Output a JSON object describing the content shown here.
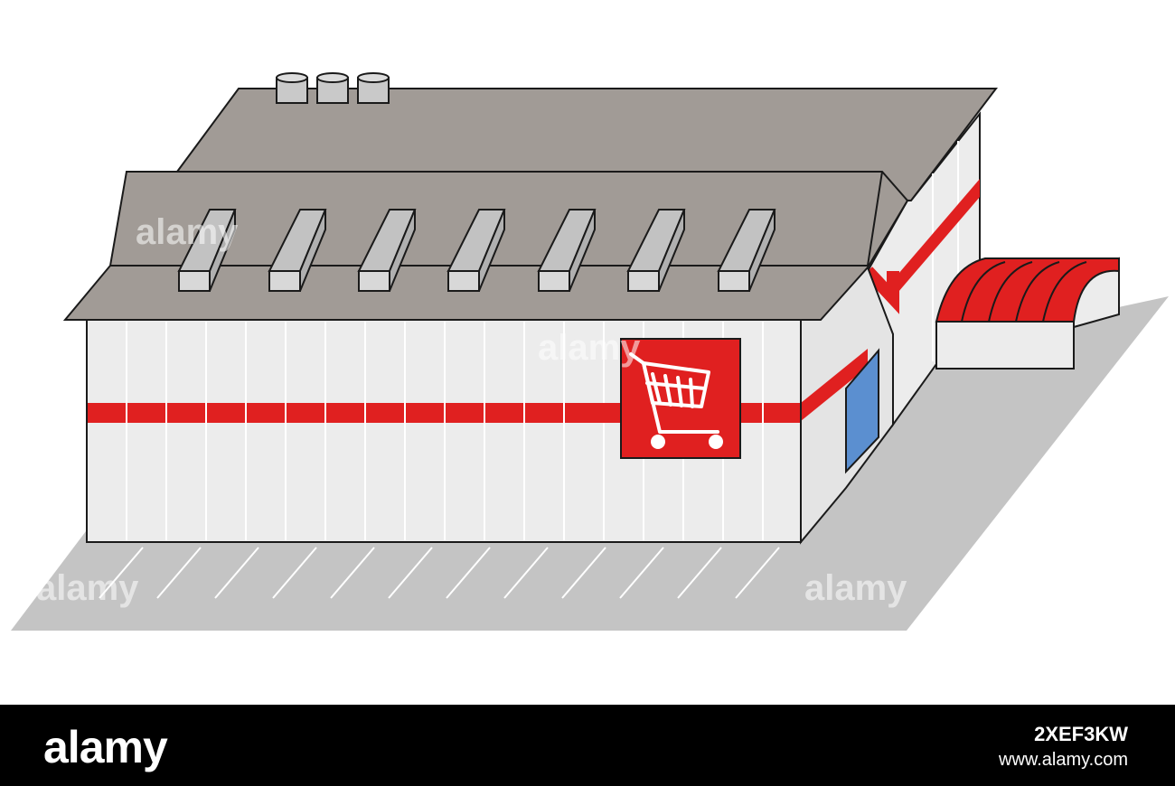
{
  "scene": {
    "subject": "supermarket building",
    "colors": {
      "background": "#ffffff",
      "parking_lot": "#c4c4c4",
      "parking_lines": "#ffffff",
      "roof": "#a19b96",
      "wall": "#ececec",
      "stripe": "#e02020",
      "sign": "#e02020",
      "door": "#5b8fd0",
      "awning": "#e02020",
      "outline": "#1a1a1a",
      "footer": "#000000"
    },
    "icons": [
      "shopping-cart-icon"
    ],
    "watermark_text": "alamy"
  },
  "footer": {
    "logo": "alamy",
    "image_id": "2XEF3KW",
    "url": "www.alamy.com"
  }
}
